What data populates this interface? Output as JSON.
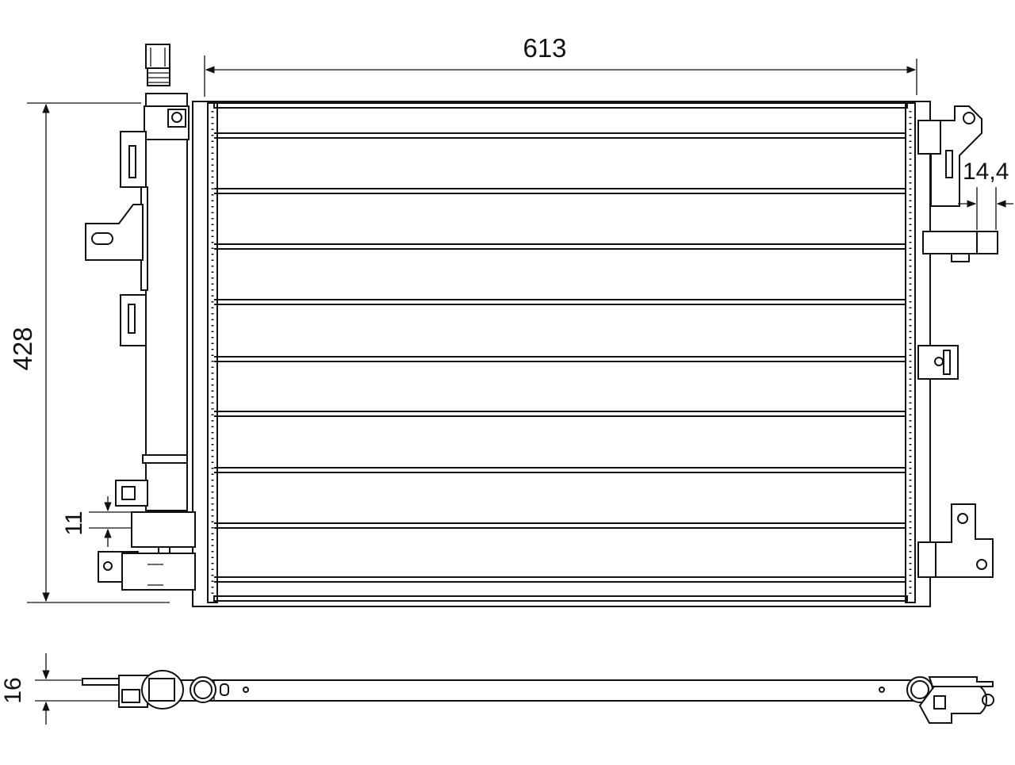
{
  "drawing": {
    "title": "",
    "dimensions": {
      "width": "613",
      "height": "428",
      "thickness": "16",
      "bracket_offset": "11",
      "side_offset": "14,4"
    },
    "colors": {
      "line": "#111111",
      "background": "#ffffff"
    }
  }
}
